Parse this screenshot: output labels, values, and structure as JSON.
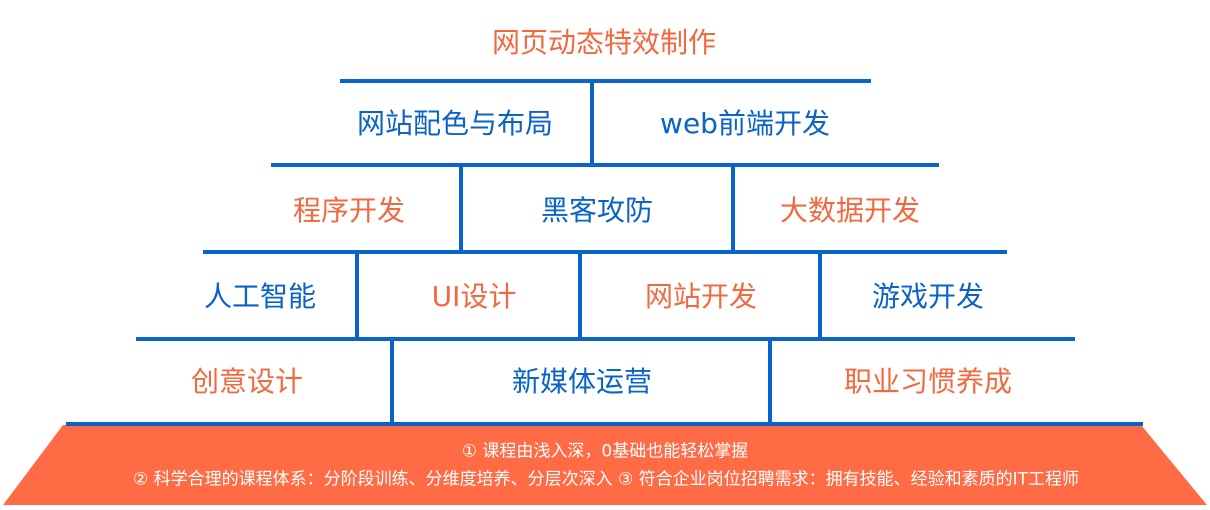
{
  "pyramid": {
    "top": "网页动态特效制作",
    "row2": [
      "网站配色与布局",
      "web前端开发"
    ],
    "row3": [
      "程序开发",
      "黑客攻防",
      "大数据开发"
    ],
    "row4": [
      "人工智能",
      "UI设计",
      "网站开发",
      "游戏开发"
    ],
    "row5": [
      "创意设计",
      "新媒体运营",
      "职业习惯养成"
    ]
  },
  "base": {
    "line1": "① 课程由浅入深，0基础也能轻松掌握",
    "line2": "② 科学合理的课程体系：分阶段训练、分维度培养、分层次深入 ③ 符合企业岗位招聘需求：拥有技能、经验和素质的IT工程师"
  },
  "colors": {
    "blue": "#0a63c9",
    "orange": "#f2693f",
    "base_fill": "#ff6b45"
  }
}
